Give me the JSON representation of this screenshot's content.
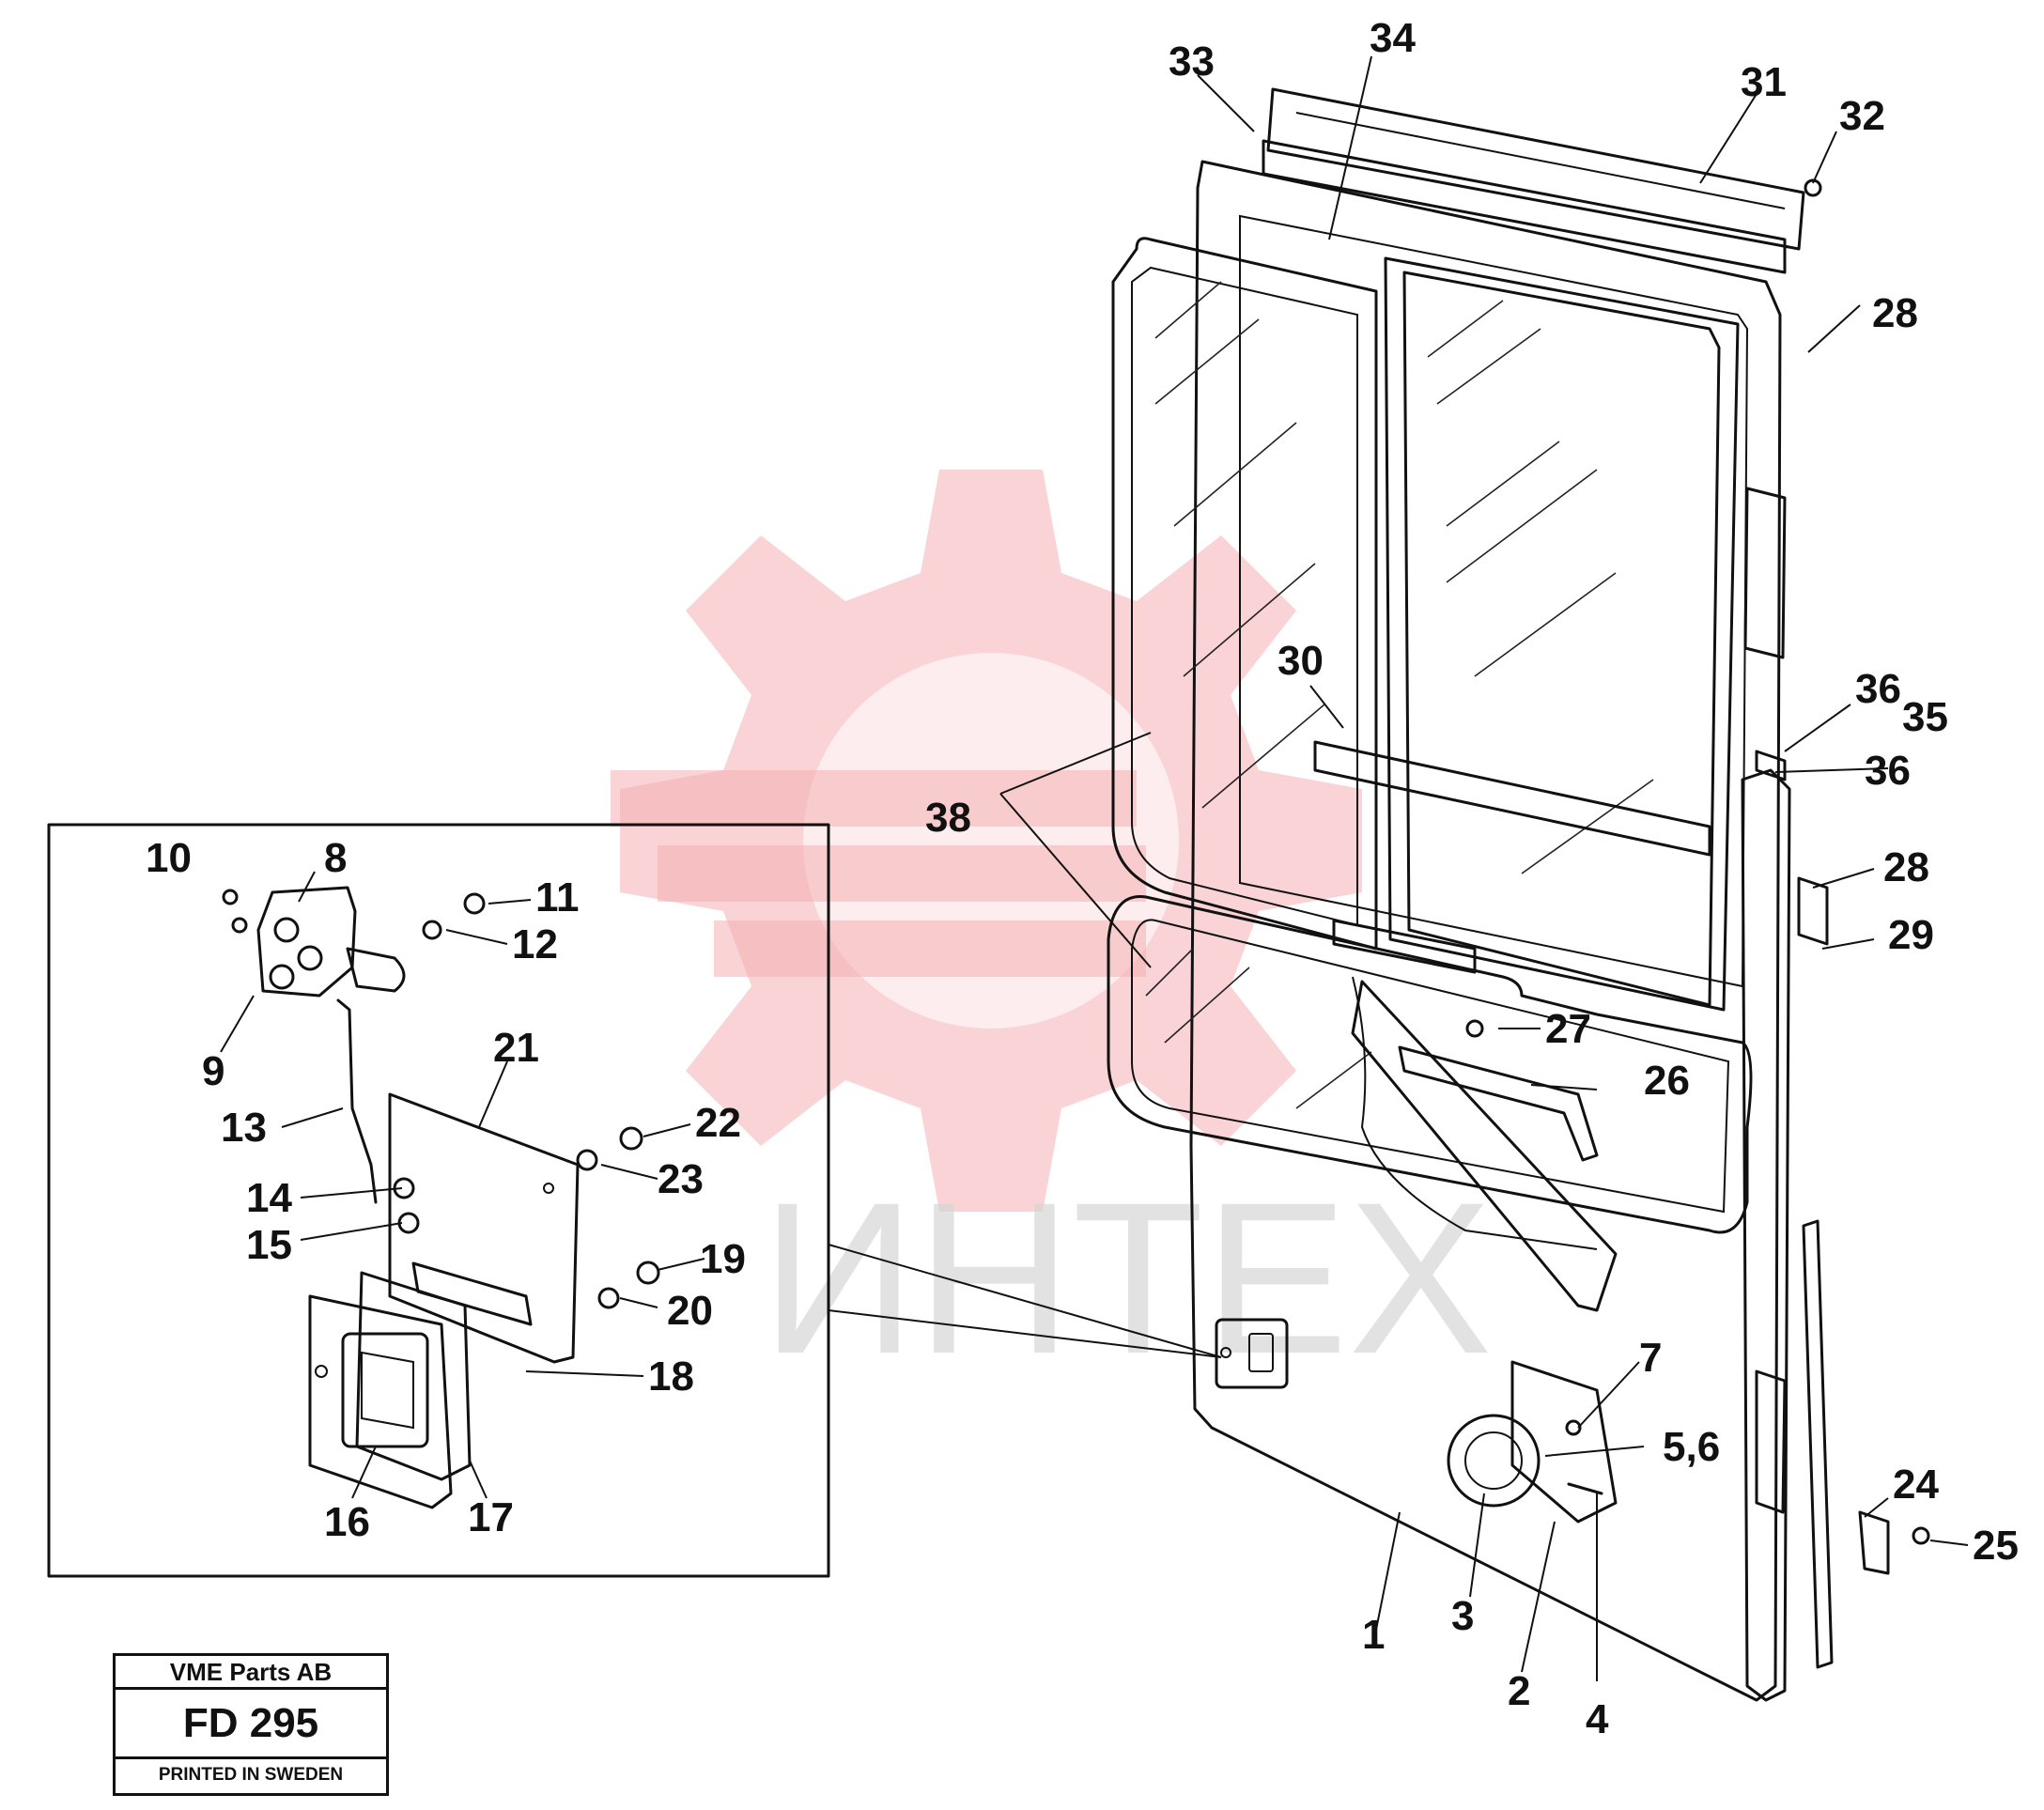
{
  "watermark": {
    "text": "ИНТЕХ",
    "color": "#f4aeb2"
  },
  "callouts": {
    "c1": "1",
    "c2": "2",
    "c3": "3",
    "c4": "4",
    "c56": "5,6",
    "c7": "7",
    "c8": "8",
    "c9": "9",
    "c10": "10",
    "c11": "11",
    "c12": "12",
    "c13": "13",
    "c14": "14",
    "c15": "15",
    "c16": "16",
    "c17": "17",
    "c18": "18",
    "c19": "19",
    "c20": "20",
    "c21": "21",
    "c22": "22",
    "c23": "23",
    "c24": "24",
    "c25": "25",
    "c26": "26",
    "c27": "27",
    "c28a": "28",
    "c28b": "28",
    "c29": "29",
    "c30": "30",
    "c31": "31",
    "c32": "32",
    "c33": "33",
    "c34": "34",
    "c35": "35",
    "c36a": "36",
    "c36b": "36",
    "c38": "38"
  },
  "title_block": {
    "company": "VME Parts AB",
    "drawing_no": "FD 295",
    "footer": "PRINTED IN SWEDEN"
  }
}
